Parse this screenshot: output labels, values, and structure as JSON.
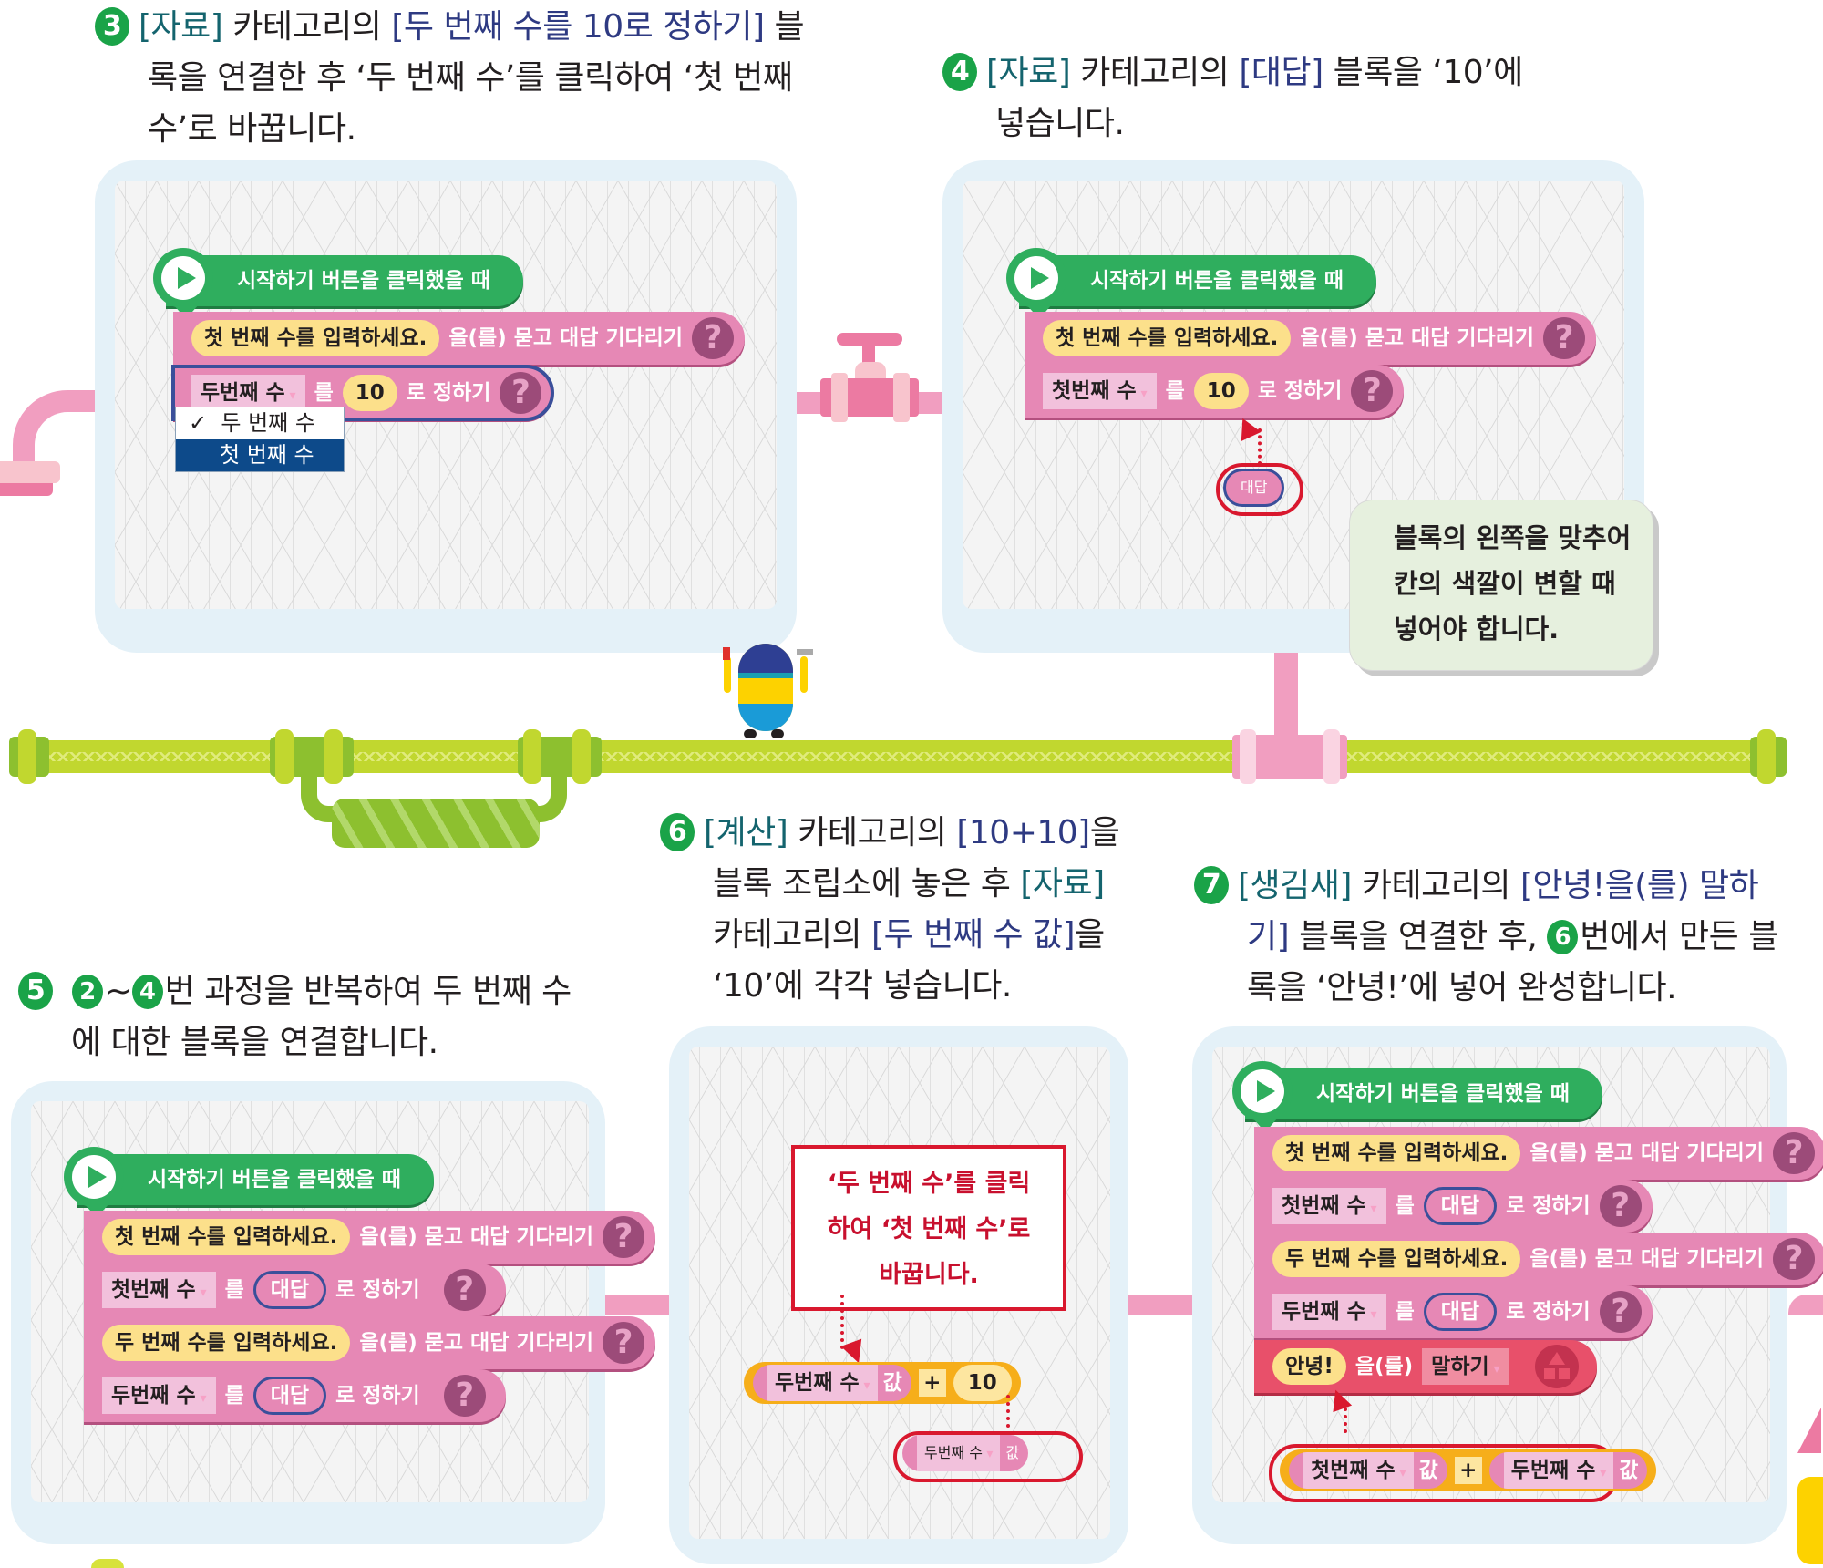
{
  "steps": {
    "s3": {
      "number": "3",
      "lines": [
        {
          "cat": "[자료]",
          "mid": " 카테고리의 ",
          "blk": "[두 번째 수를 10로 정하기]",
          "rest": " 블"
        },
        {
          "text": "록을 연결한 후 ‘두 번째 수’를 클릭하여 ‘첫 번째"
        },
        {
          "text": "수’로 바꿉니다."
        }
      ]
    },
    "s4": {
      "number": "4",
      "lines": [
        {
          "cat": "[자료]",
          "mid": " 카테고리의 ",
          "blk": "[대답]",
          "rest": " 블록을 ‘10’에"
        },
        {
          "text": "넣습니다."
        }
      ]
    },
    "s5": {
      "number": "5",
      "ref_a": "2",
      "tilde": "~",
      "ref_b": "4",
      "line1_rest": "번 과정을 반복하여 두 번째 수",
      "line2": "에 대한 블록을 연결합니다."
    },
    "s6": {
      "number": "6",
      "lines": [
        {
          "cat": "[계산]",
          "mid": " 카테고리의 ",
          "blk": "[10+10]",
          "rest": "을"
        },
        {
          "text": "블록 조립소에 놓은 후 ",
          "cat": "[자료]"
        },
        {
          "text": "카테고리의 ",
          "blk": "[두 번째 수 값]",
          "rest": "을"
        },
        {
          "text": "‘10’에 각각 넣습니다."
        }
      ]
    },
    "s7": {
      "number": "7",
      "line1_cat": "[생김새]",
      "line1_mid": " 카테고리의 ",
      "line1_blk": "[안녕!을(를) 말하",
      "line2_blk": "기]",
      "line2_rest_a": " 블록을 연결한 후, ",
      "line2_ref": "6",
      "line2_rest_b": "번에서 만든 블",
      "line3": "록을 ‘안녕!’에 넣어 완성합니다."
    }
  },
  "blocks": {
    "start_label": "시작하기 버튼을 클릭했을 때",
    "ask_first": "첫 번째 수를 입력하세요.",
    "ask_second": "두 번째 수를 입력하세요.",
    "ask_suffix": "을(를) 묻고 대답 기다리기",
    "var_first": "첫번째 수",
    "var_second": "두번째 수",
    "set_particle": "를",
    "set_suffix": "로 정하기",
    "value_ten": "10",
    "answer": "대답",
    "help": "?",
    "say_value": "안녕!",
    "say_particle": "을(를)",
    "say_action": "말하기",
    "value_suffix": "값",
    "plus": "+"
  },
  "dropdown_menu": {
    "items": [
      {
        "label": "두 번째 수",
        "checked": true,
        "check": "✓"
      },
      {
        "label": "첫 번째 수",
        "highlighted": true
      }
    ]
  },
  "notes": {
    "tip": [
      "블록의 왼쪽을 맞추어",
      "칸의 색깔이 변할 때",
      "넣어야 합니다."
    ],
    "click_hint": [
      "‘두 번째 수’를 클릭",
      "하여 ‘첫 번째 수’로",
      "바꿉니다."
    ]
  },
  "colors": {
    "step_number": "#1aa348",
    "category": "#14646e",
    "block_name": "#2e3a82",
    "start_block": "#2fae5e",
    "data_block": "#e688b5",
    "say_block": "#e8506a",
    "calc_block": "#f6ae1a",
    "highlight": "#d9182e",
    "panel_bg": "#e4f1f8"
  }
}
